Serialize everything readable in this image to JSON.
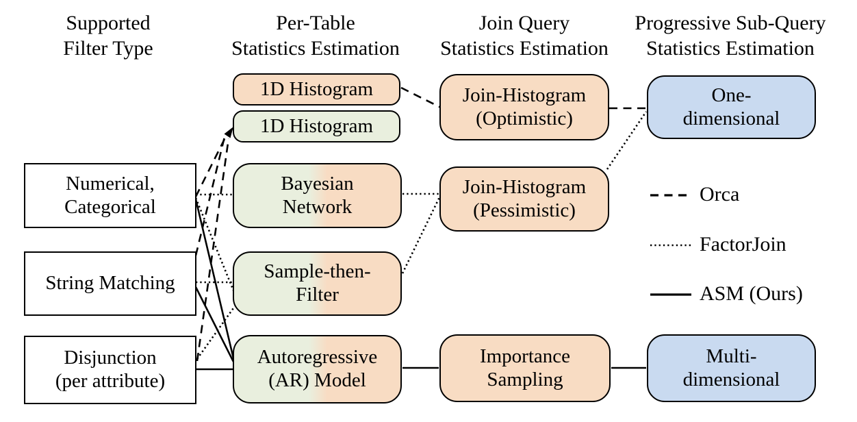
{
  "figure": {
    "headers": {
      "col1": "Supported\nFilter Type",
      "col2": "Per-Table\nStatistics Estimation",
      "col3": "Join Query\nStatistics Estimation",
      "col4": "Progressive Sub-Query\nStatistics Estimation"
    },
    "nodes": {
      "numerical": {
        "label": "Numerical,\nCategorical",
        "fill": "white"
      },
      "string": {
        "label": "String Matching",
        "fill": "white"
      },
      "disjunction": {
        "label": "Disjunction\n(per attribute)",
        "fill": "white"
      },
      "hist1": {
        "label": "1D Histogram",
        "fill": "orange"
      },
      "hist2": {
        "label": "1D Histogram",
        "fill": "green"
      },
      "bayes": {
        "label": "Bayesian\nNetwork",
        "fill": "green+orange"
      },
      "stf": {
        "label": "Sample-then-\nFilter",
        "fill": "green+orange"
      },
      "ar": {
        "label": "Autoregressive\n(AR) Model",
        "fill": "green+orange"
      },
      "jho": {
        "label": "Join-Histogram\n(Optimistic)",
        "fill": "orange"
      },
      "jhp": {
        "label": "Join-Histogram\n(Pessimistic)",
        "fill": "orange"
      },
      "imps": {
        "label": "Importance\nSampling",
        "fill": "orange"
      },
      "oned": {
        "label": "One-\ndimensional",
        "fill": "blue"
      },
      "multid": {
        "label": "Multi-\ndimensional",
        "fill": "blue"
      }
    },
    "legend": {
      "orca": {
        "label": "Orca",
        "line_style": "dashed"
      },
      "factorjoin": {
        "label": "FactorJoin",
        "line_style": "dotted"
      },
      "asm": {
        "label": "ASM (Ours)",
        "line_style": "solid"
      }
    },
    "edges": [
      {
        "system": "Orca",
        "style": "dashed",
        "from": "numerical",
        "to": "hist1/hist2 (arrow)"
      },
      {
        "system": "Orca",
        "style": "dashed",
        "from": "string",
        "to": "hist1/hist2 (arrow)"
      },
      {
        "system": "Orca",
        "style": "dashed",
        "from": "disjunction",
        "to": "hist1/hist2 (arrow)"
      },
      {
        "system": "Orca",
        "style": "dashed",
        "from": "hist1",
        "to": "jho"
      },
      {
        "system": "Orca",
        "style": "dashed",
        "from": "jho",
        "to": "oned"
      },
      {
        "system": "FactorJoin",
        "style": "dotted",
        "from": "numerical",
        "to": "bayes"
      },
      {
        "system": "FactorJoin",
        "style": "dotted",
        "from": "numerical",
        "to": "stf"
      },
      {
        "system": "FactorJoin",
        "style": "dotted",
        "from": "string",
        "to": "stf"
      },
      {
        "system": "FactorJoin",
        "style": "dotted",
        "from": "disjunction",
        "to": "stf"
      },
      {
        "system": "FactorJoin",
        "style": "dotted",
        "from": "bayes",
        "to": "jhp"
      },
      {
        "system": "FactorJoin",
        "style": "dotted",
        "from": "stf",
        "to": "jhp"
      },
      {
        "system": "FactorJoin",
        "style": "dotted",
        "from": "jhp",
        "to": "oned"
      },
      {
        "system": "ASM",
        "style": "solid",
        "from": "numerical",
        "to": "ar"
      },
      {
        "system": "ASM",
        "style": "solid",
        "from": "string",
        "to": "ar"
      },
      {
        "system": "ASM",
        "style": "solid",
        "from": "disjunction",
        "to": "ar"
      },
      {
        "system": "ASM",
        "style": "solid",
        "from": "ar",
        "to": "imps"
      },
      {
        "system": "ASM",
        "style": "solid",
        "from": "imps",
        "to": "multid"
      }
    ],
    "colors": {
      "orange_fill": "#F8DCC3",
      "green_fill": "#E9EFDE",
      "blue_fill": "#C9DAF0",
      "box_border": "#000000",
      "line": "#000000",
      "background": "#FFFFFF"
    }
  }
}
